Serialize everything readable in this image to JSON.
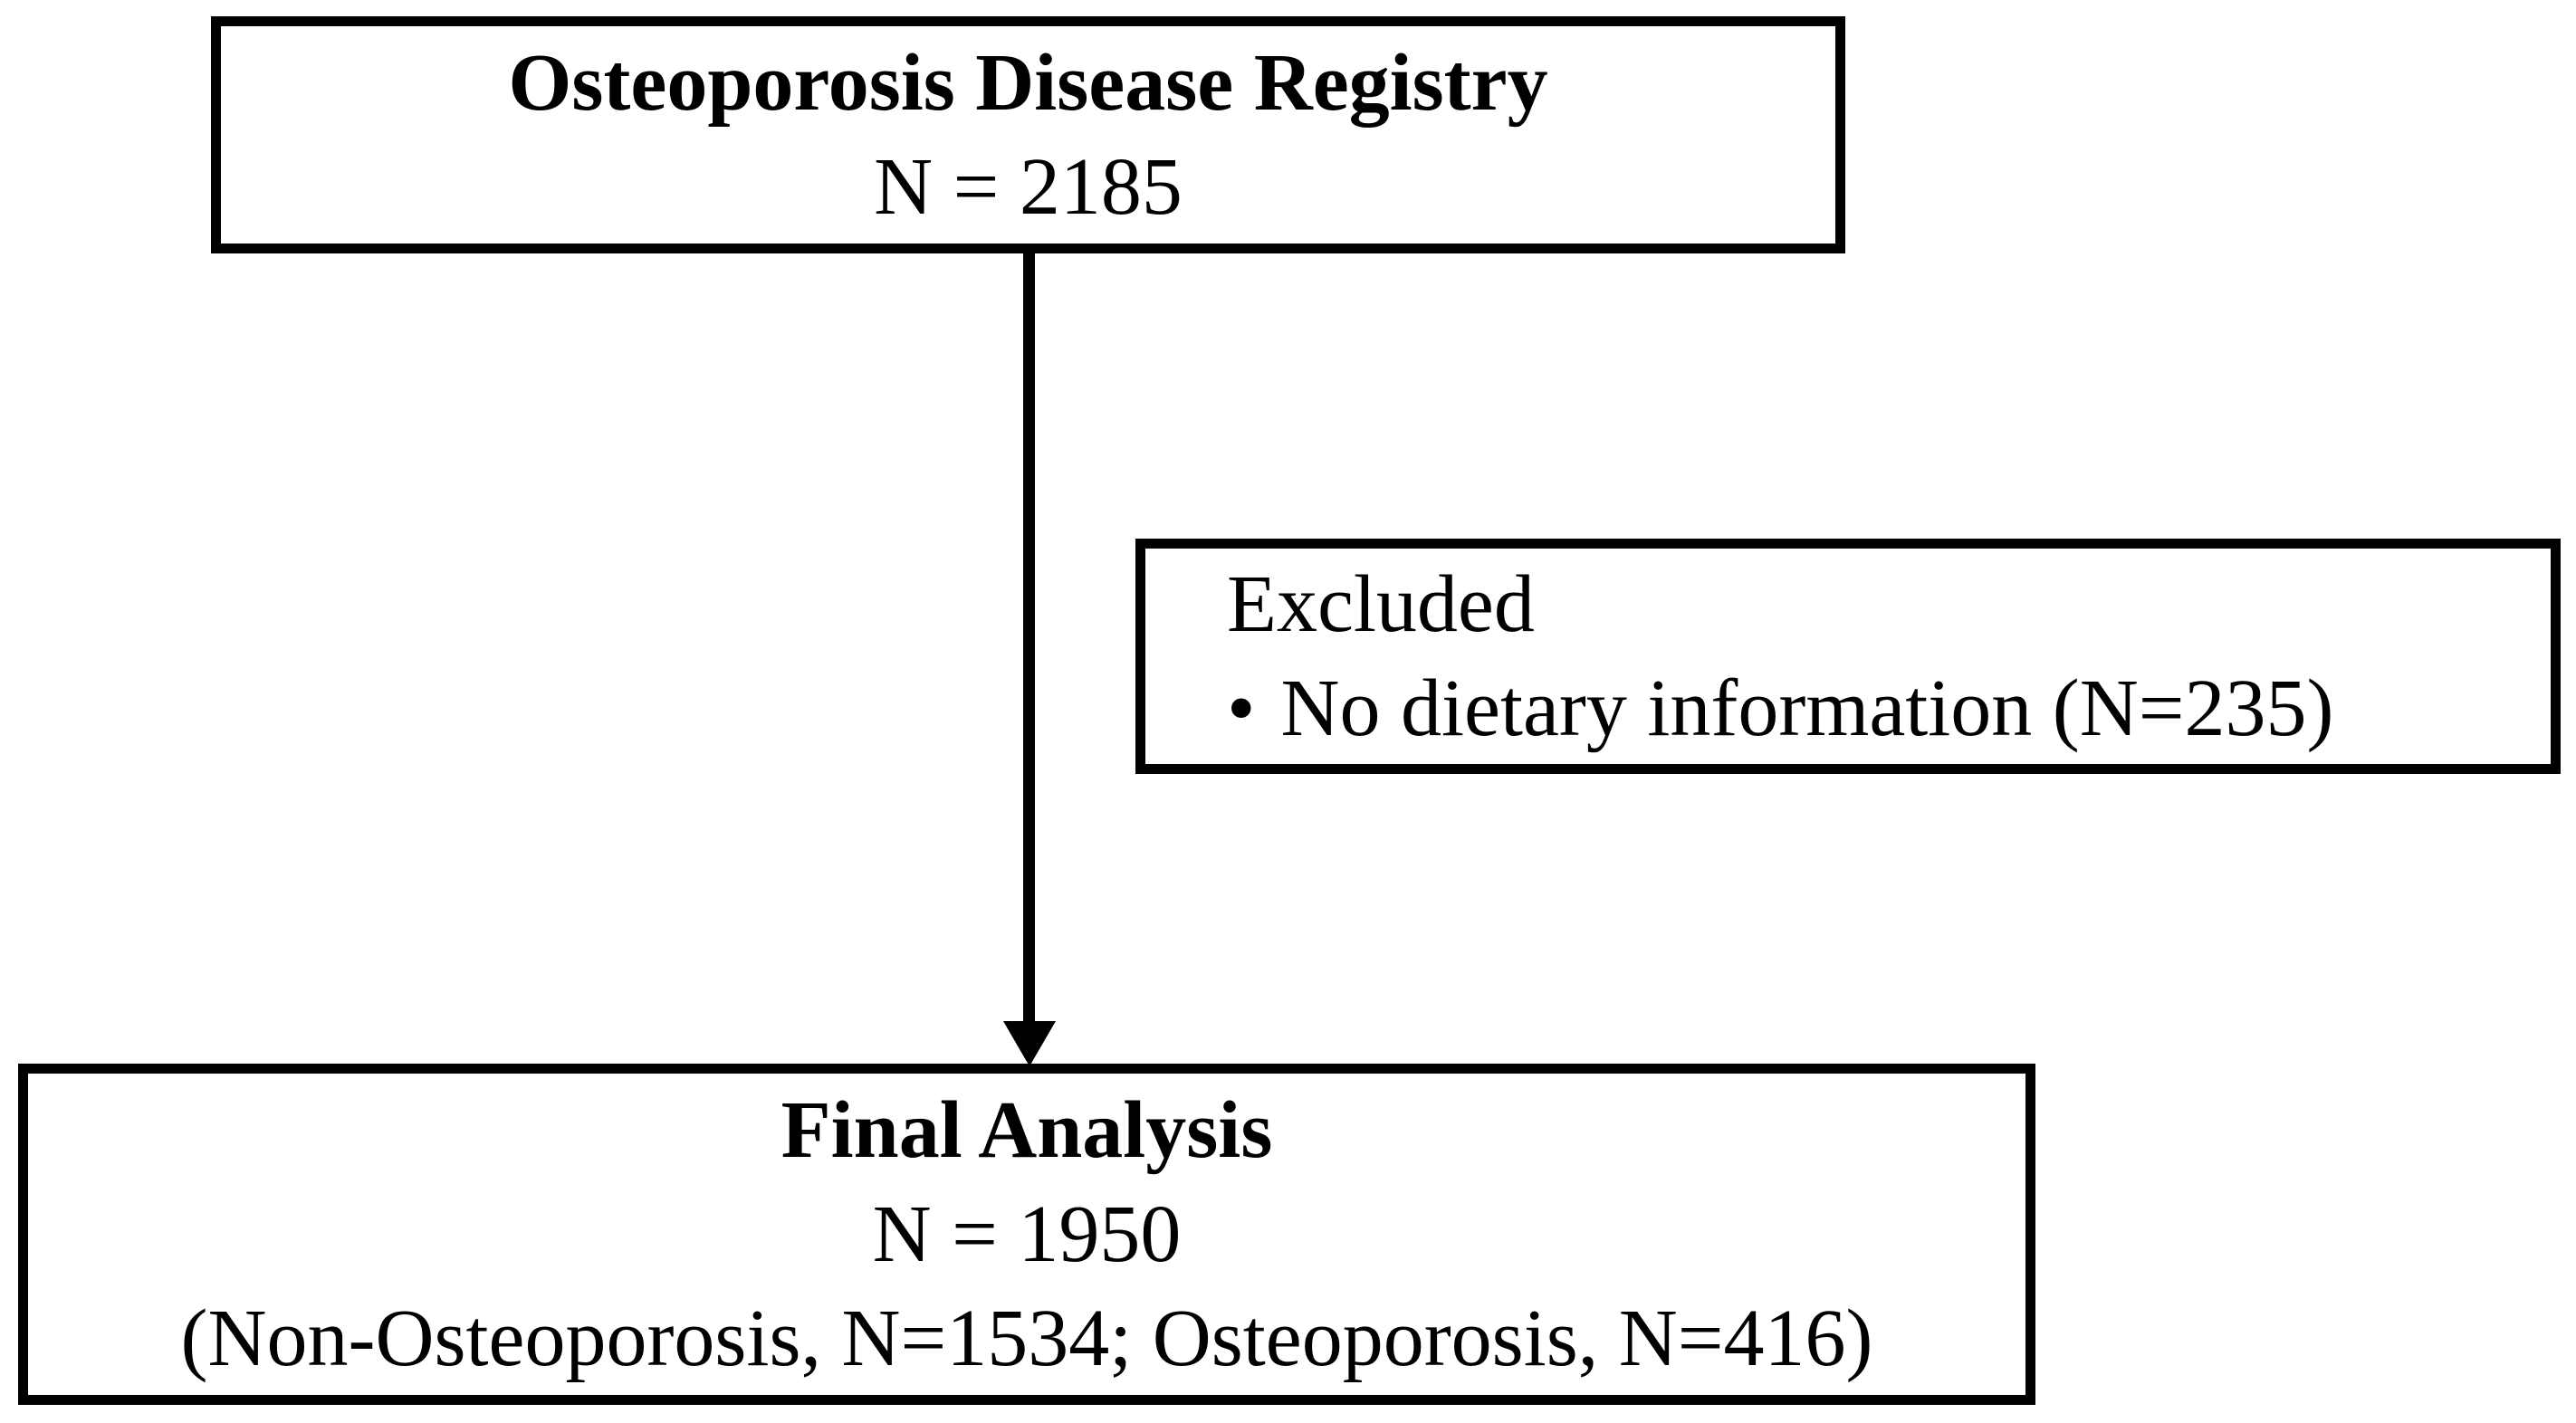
{
  "diagram": {
    "type": "flowchart",
    "colors": {
      "border": "#000000",
      "text": "#000000",
      "background": "#ffffff"
    },
    "nodes": {
      "registry": {
        "title": "Osteoporosis Disease Registry",
        "count": "N = 2185"
      },
      "excluded": {
        "title": "Excluded",
        "bullet": "•",
        "item": "No dietary information (N=235)"
      },
      "final": {
        "title": "Final Analysis",
        "count": "N = 1950",
        "breakdown": "(Non-Osteoporosis, N=1534; Osteoporosis, N=416)"
      }
    },
    "edges": [
      {
        "from": "registry",
        "to": "final",
        "style": "arrow-down"
      }
    ]
  }
}
